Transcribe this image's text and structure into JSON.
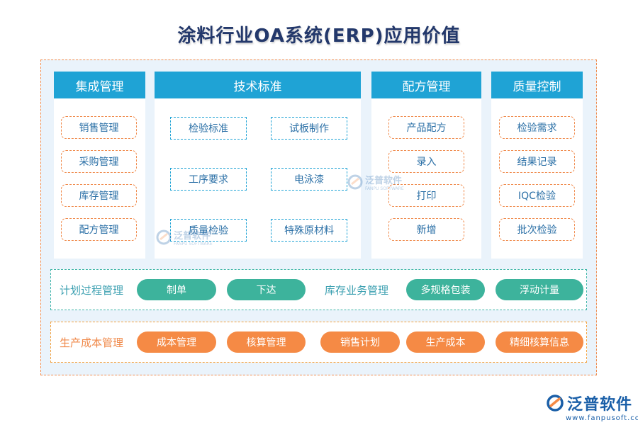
{
  "title": "涂料行业OA系统(ERP)应用价值",
  "columns": [
    {
      "header": "集成管理",
      "items": [
        "销售管理",
        "采购管理",
        "库存管理",
        "配方管理"
      ]
    },
    {
      "header": "技术标准",
      "items": [
        "检验标准",
        "试板制作",
        "工序要求",
        "电泳漆",
        "质量检验",
        "特殊原材料"
      ]
    },
    {
      "header": "配方管理",
      "items": [
        "产品配方",
        "录入",
        "打印",
        "新增"
      ]
    },
    {
      "header": "质量控制",
      "items": [
        "检验需求",
        "结果记录",
        "IQC检验",
        "批次检验"
      ]
    }
  ],
  "band1": {
    "label1": "计划过程管理",
    "label2": "库存业务管理",
    "buttons": [
      "制单",
      "下达",
      "多规格包装",
      "浮动计量"
    ]
  },
  "band2": {
    "label": "生产成本管理",
    "buttons": [
      "成本管理",
      "核算管理",
      "销售计划",
      "生产成本",
      "精细核算信息"
    ]
  },
  "watermark": {
    "name": "泛普软件",
    "sub": "FANPU SOFTWARE"
  },
  "logo": {
    "name": "泛普软件",
    "url": "www.fanpusoft.com"
  },
  "colors": {
    "header_blue": "#1fa3d5",
    "title": "#23386b",
    "green": "#3db39c",
    "orange": "#f58a45",
    "frame_bg": "#eaf3fb"
  }
}
